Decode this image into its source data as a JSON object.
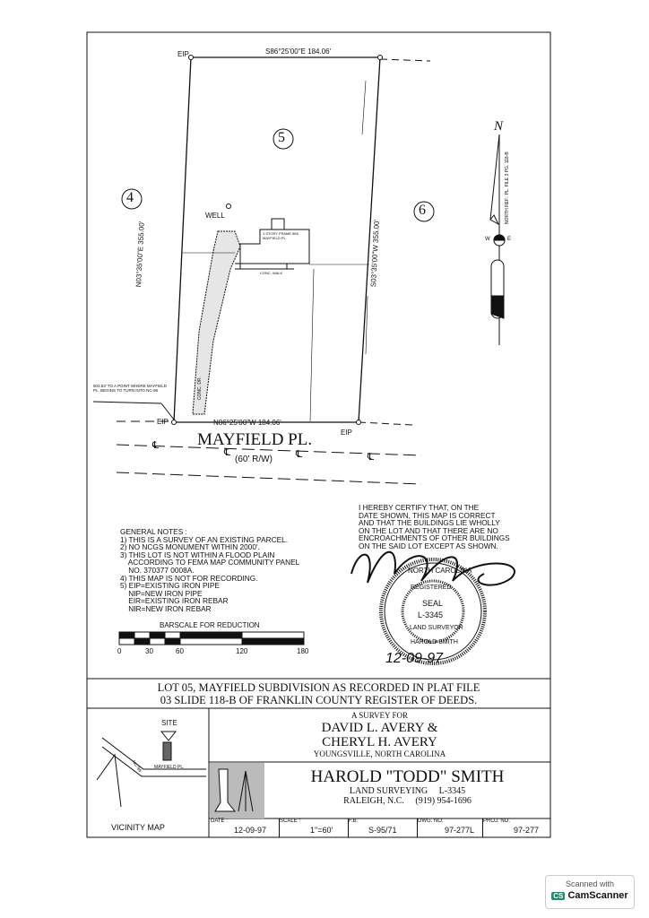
{
  "plat": {
    "bearing_north": "S86°25'00\"E  184.06'",
    "bearing_south": "N86°25'00\"W  184.06'",
    "bearing_west": "N03°35'00\"E  355.00'",
    "bearing_east": "S03°35'00\"W  355.00'",
    "lot_number": "5",
    "adjacent_west": "4",
    "adjacent_east": "6",
    "eip_label": "EIP",
    "well_label": "WELL",
    "house_label": "1 STORY FRAME 865 MAYFIELD PL.",
    "walk_label": "CONC. WALK",
    "drive_label": "CONC. DR.",
    "road_note": "503.53' TO A POINT WHERE MAYFIELD PL. BEGINS TO TURN INTO NC-96",
    "street_name": "MAYFIELD PL.",
    "right_of_way": "(60' R/W)",
    "centerline_symbol": "℄",
    "north_label": "N",
    "north_ref": "NORTH REF.: PL. FILE 3 PG. 118-B",
    "compass_w": "W",
    "compass_e": "E"
  },
  "general_notes": {
    "title": "GENERAL NOTES :",
    "lines": [
      "1) THIS IS A SURVEY OF AN EXISTING PARCEL.",
      "2) NO NCGS MONUMENT WITHIN 2000'.",
      "3) THIS LOT IS NOT WITHIN A FLOOD PLAIN",
      "    ACCORDING TO FEMA MAP COMMUNITY PANEL",
      "    NO. 370377 0008A.",
      "4) THIS MAP IS NOT FOR RECORDING.",
      "5) EIP=EXISTING IRON PIPE",
      "    NIP=NEW IRON PIPE",
      "    EIR=EXISTING IRON REBAR",
      "    NIR=NEW IRON REBAR"
    ]
  },
  "barscale": {
    "title": "BARSCALE FOR REDUCTION",
    "ticks": [
      "0",
      "30",
      "60",
      "120",
      "180"
    ]
  },
  "certification": {
    "lines": [
      "I HEREBY CERTIFY THAT, ON THE",
      "DATE SHOWN, THIS MAP IS CORRECT",
      "AND THAT THE BUILDINGS LIE WHOLLY",
      "ON THE LOT AND THAT THERE ARE NO",
      "ENCROACHMENTS OF OTHER BUILDINGS",
      "ON THE SAID LOT EXCEPT AS SHOWN."
    ],
    "seal": {
      "top": "NORTH CAROLINA",
      "inner_top": "REGISTERED",
      "center": "SEAL",
      "license": "L-3345",
      "inner_bottom": "LAND SURVEYOR",
      "bottom": "HAROLD SMITH"
    },
    "signed_date": "12-09-97"
  },
  "lot_description": [
    "LOT 05, MAYFIELD SUBDIVISION AS RECORDED IN PLAT FILE",
    "03 SLIDE 118-B OF FRANKLIN COUNTY REGISTER OF DEEDS."
  ],
  "vicinity": {
    "title": "VICINITY MAP",
    "site": "SITE",
    "road1": "MAYFIELD PL.",
    "road2": "NC-96"
  },
  "title_block": {
    "survey_for": "A SURVEY FOR",
    "client1": "DAVID L. AVERY &",
    "client2": "CHERYL H. AVERY",
    "location": "YOUNGSVILLE, NORTH CAROLINA",
    "surveyor": "HAROLD \"TODD\" SMITH",
    "business": "LAND SURVEYING     L-3345",
    "contact": "RALEIGH, N.C.     (919) 954-1696",
    "fields": [
      {
        "label": "DATE :",
        "value": "12-09-97"
      },
      {
        "label": "SCALE :",
        "value": "1\"=60'"
      },
      {
        "label": "F.B.",
        "value": "S-95/71"
      },
      {
        "label": "DWG. NO.",
        "value": "97-277L"
      },
      {
        "label": "PROJ. NO.",
        "value": "97-277"
      }
    ]
  },
  "scanner": {
    "line1": "Scanned with",
    "brand": "CamScanner"
  }
}
